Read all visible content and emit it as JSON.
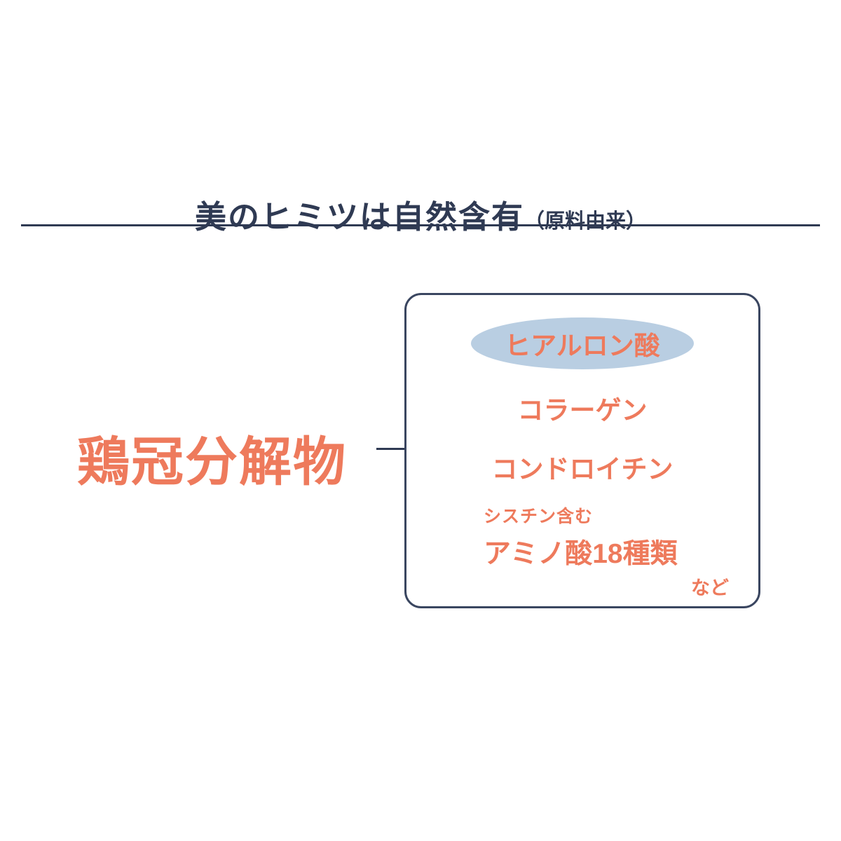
{
  "colors": {
    "navy": "#2f3a53",
    "orange": "#ee7a5c",
    "highlight_blue": "#b9cee2",
    "background": "#ffffff"
  },
  "header": {
    "title_lead": "美のヒミツは",
    "title_strong": "自然含有",
    "title_note": "（原料由来）"
  },
  "diagram": {
    "source": "鶏冠分解物",
    "items": [
      {
        "label": "ヒアルロン酸",
        "highlighted": true
      },
      {
        "label": "コラーゲン",
        "highlighted": false
      },
      {
        "label": "コンドロイチン",
        "highlighted": false
      },
      {
        "label": "アミノ酸18種類",
        "sub": "シスチン含む",
        "highlighted": false
      }
    ],
    "etc": "など"
  }
}
